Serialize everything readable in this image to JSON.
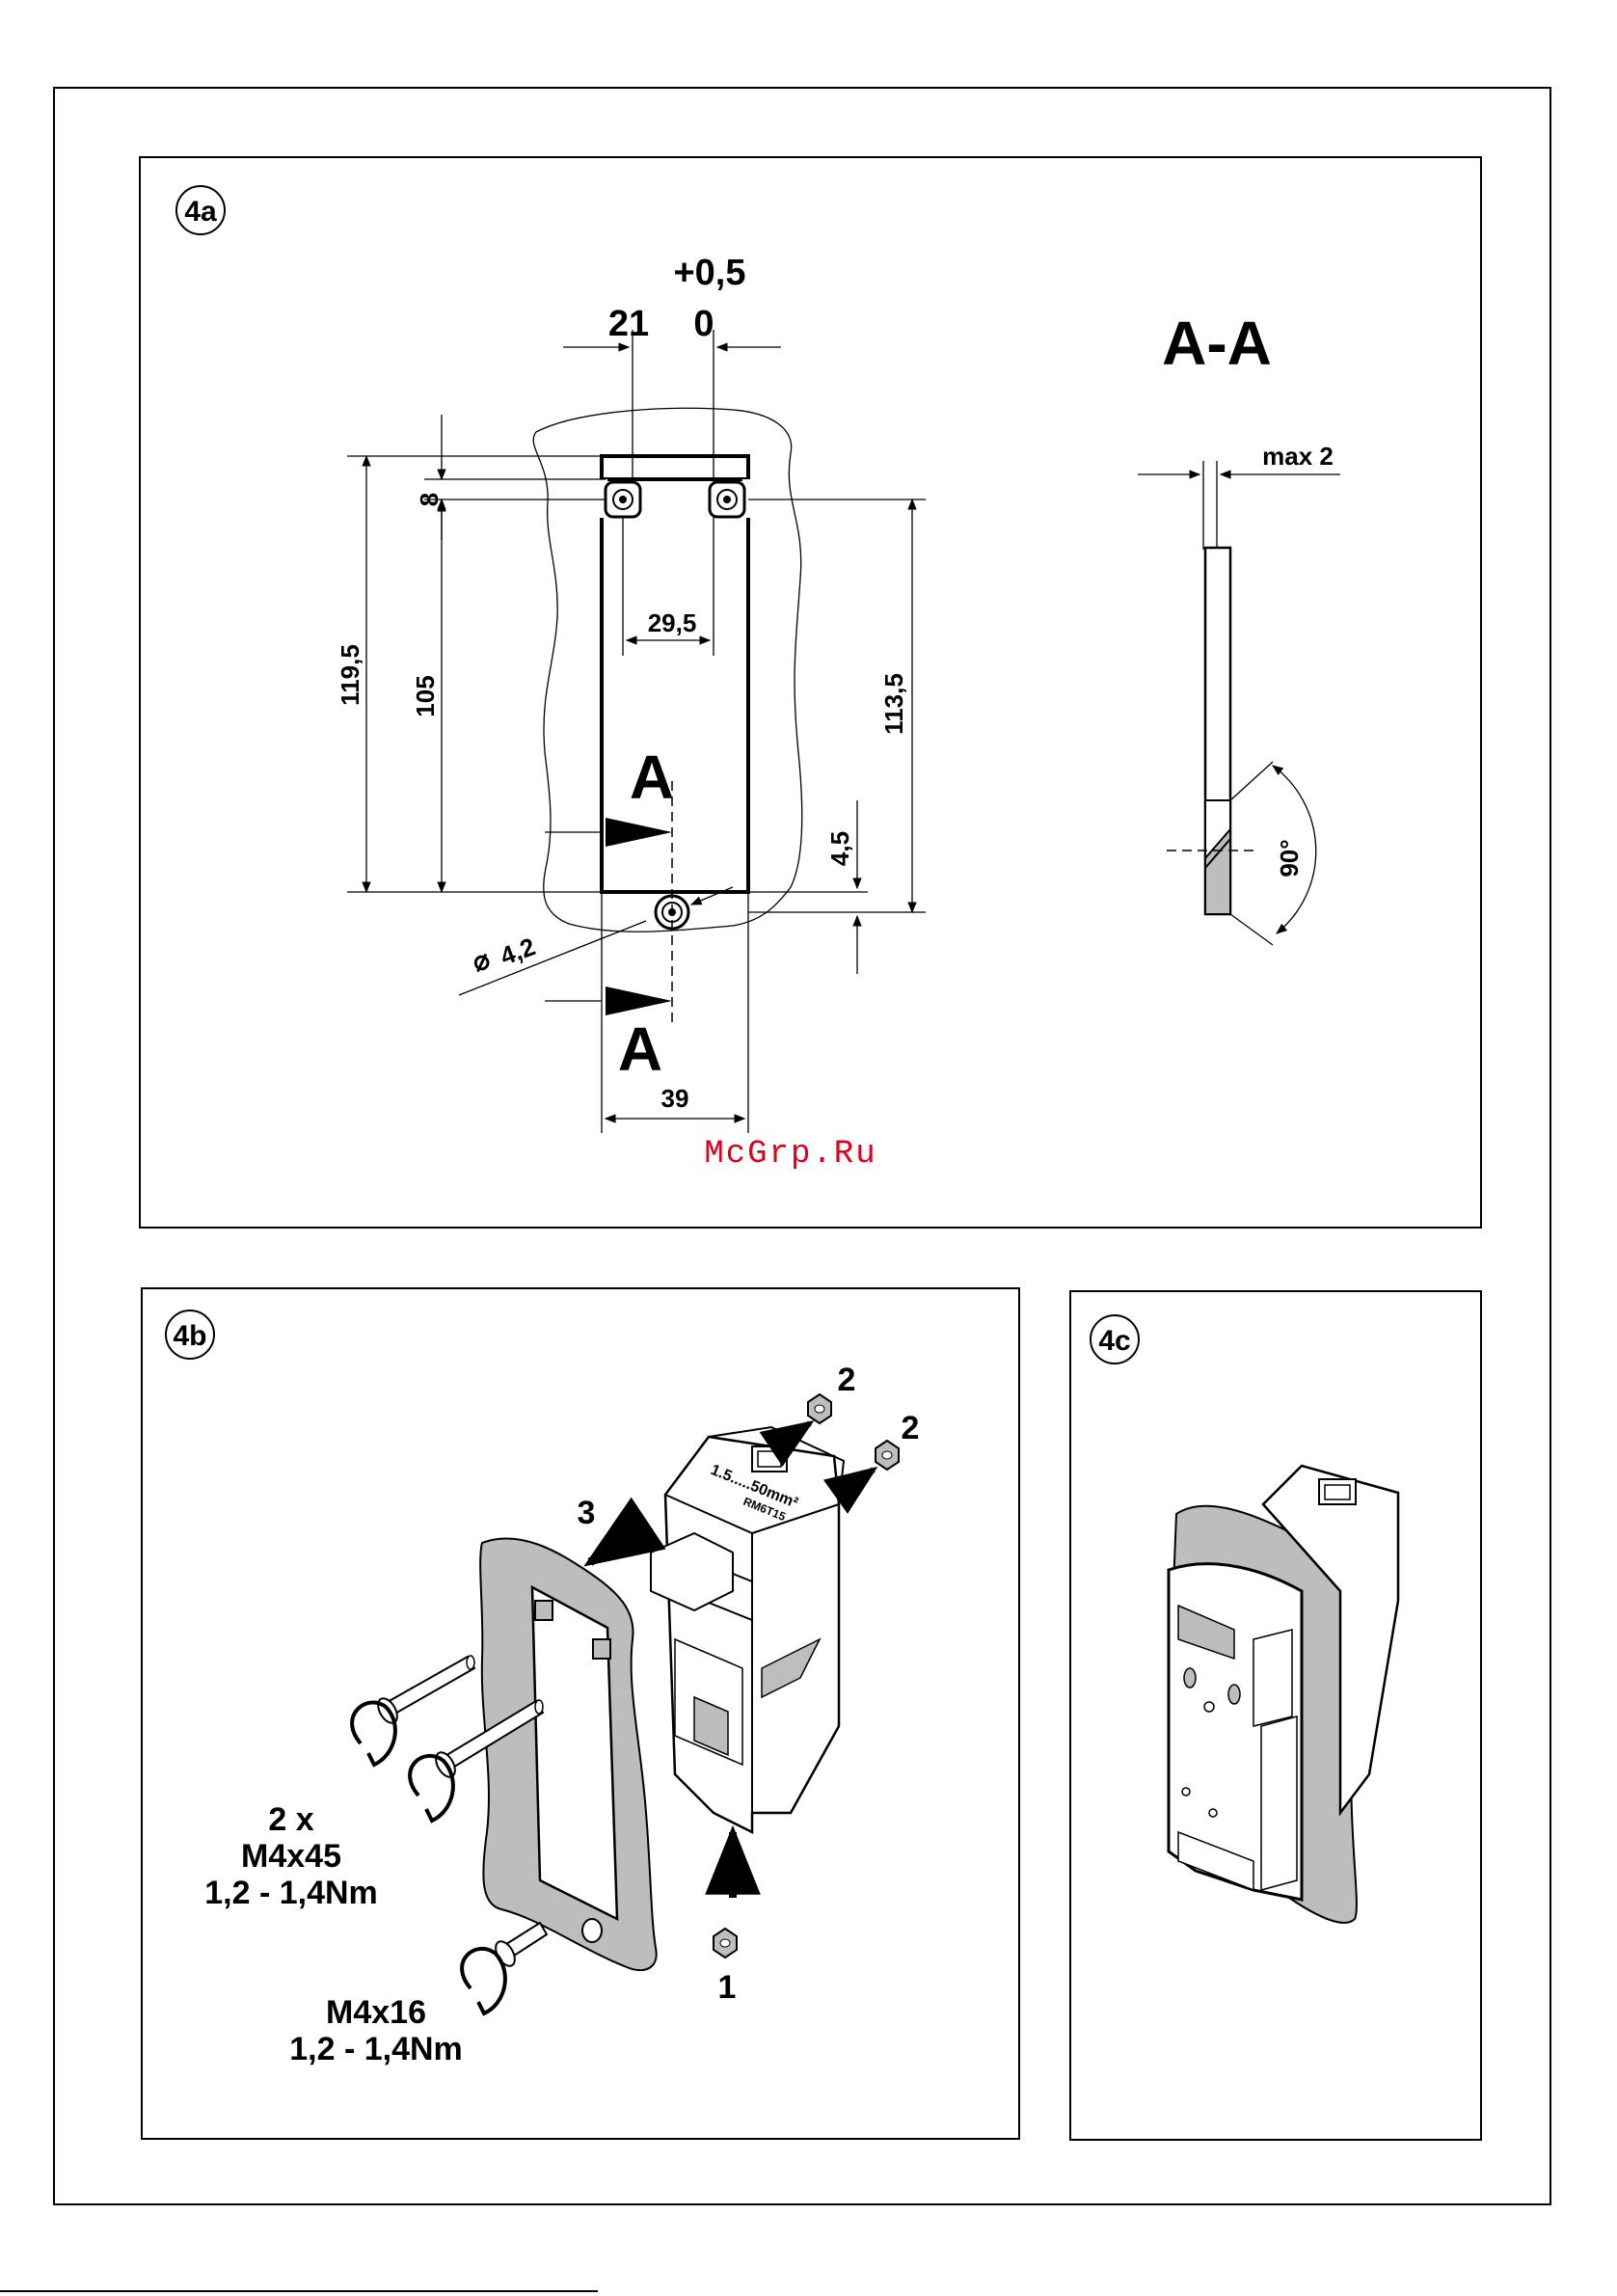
{
  "watermark": "McGrp.Ru",
  "panel_4a": {
    "label": "4a",
    "dims": {
      "tol_plus": "+0,5",
      "tol_21": "21",
      "tol_0": "0",
      "d8": "8",
      "d119_5": "119,5",
      "d105": "105",
      "d29_5": "29,5",
      "d113_5": "113,5",
      "d4_5": "4,5",
      "dia4_2": "4,2",
      "d39": "39"
    },
    "section_mark_top": "A",
    "section_mark_bottom": "A",
    "section_title": "A-A",
    "max2": "max 2",
    "angle90": "90°"
  },
  "panel_4b": {
    "label": "4b",
    "step1": "1",
    "step2a": "2",
    "step2b": "2",
    "step3": "3",
    "screw1_line1": "2 x",
    "screw1_line2": "M4x45",
    "screw1_line3": "1,2 - 1,4Nm",
    "screw2_line1": "M4x16",
    "screw2_line2": "1,2 - 1,4Nm",
    "device_text1": "1.5.....50mm²",
    "device_text2": "RM6T15"
  },
  "panel_4c": {
    "label": "4c"
  }
}
